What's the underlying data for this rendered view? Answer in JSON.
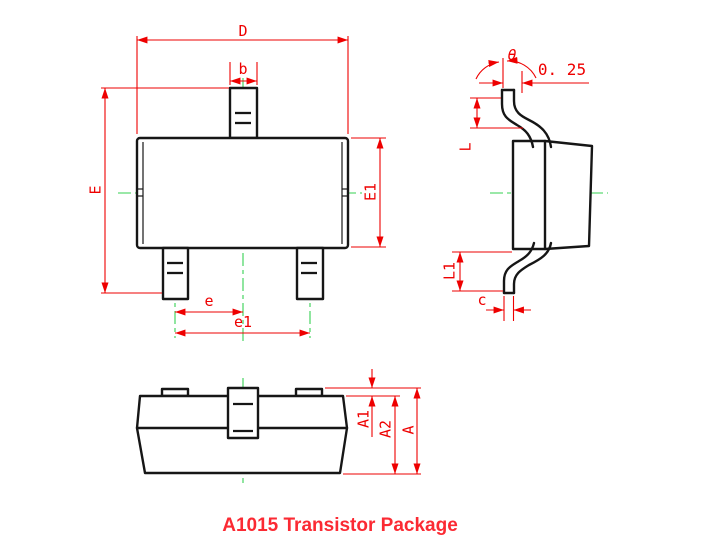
{
  "caption": {
    "text": "A1015 Transistor Package",
    "color": "#fb2a33"
  },
  "colors": {
    "dimension_lines": "#ee0000",
    "centerlines": "#35d052",
    "part_outline": "#161616",
    "background": "#ffffff"
  },
  "dimensions": {
    "front": {
      "D": "D",
      "b": "b",
      "E": "E",
      "E1": "E1",
      "e": "e",
      "e1": "e1"
    },
    "side": {
      "theta": "θ",
      "gauge_offset": "0. 25",
      "L": "L",
      "L1": "L1",
      "c": "c"
    },
    "bottom": {
      "A1": "A1",
      "A2": "A2",
      "A": "A"
    }
  }
}
